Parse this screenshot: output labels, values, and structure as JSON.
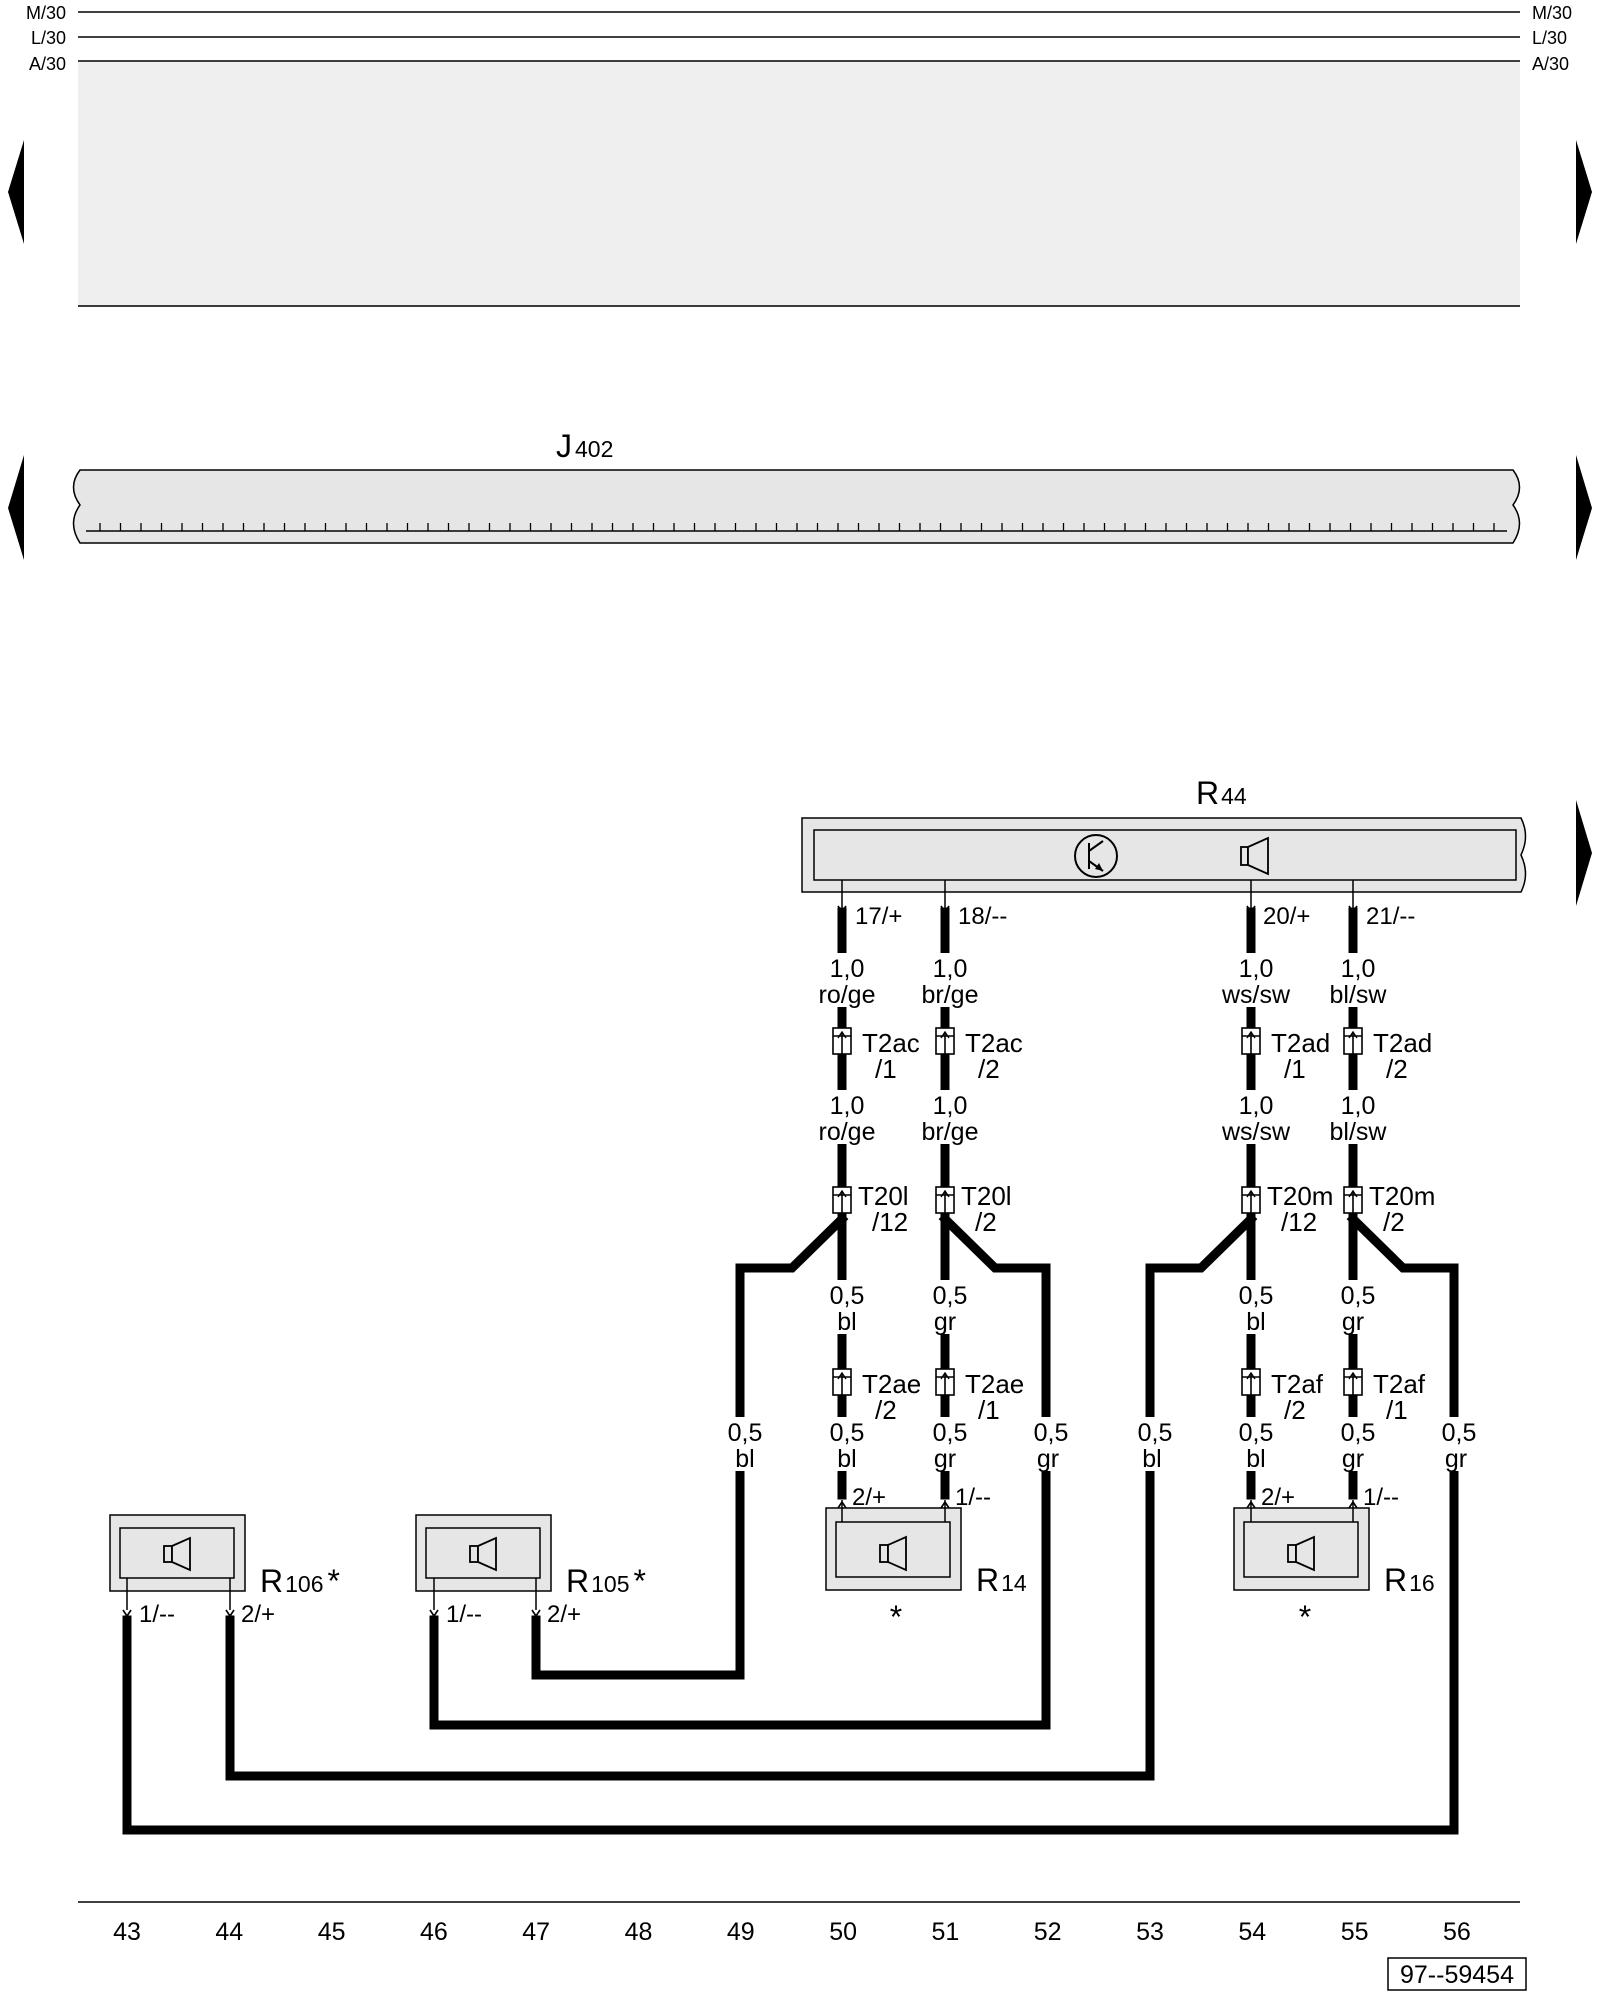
{
  "rails": {
    "m30": "M/30",
    "l30": "L/30",
    "a30": "A/30"
  },
  "components": {
    "j402": {
      "main": "J",
      "sub": "402"
    },
    "r44": {
      "main": "R",
      "sub": "44"
    },
    "r106": {
      "main": "R",
      "sub": "106",
      "mark": "*"
    },
    "r105": {
      "main": "R",
      "sub": "105",
      "mark": "*"
    },
    "r14": {
      "main": "R",
      "sub": "14",
      "mark": "*"
    },
    "r16": {
      "main": "R",
      "sub": "16",
      "mark": "*"
    }
  },
  "r44_pins": [
    "17/+",
    "18/--",
    "20/+",
    "21/--"
  ],
  "wire_labels": {
    "a1": [
      "1,0",
      "ro/ge"
    ],
    "b1": [
      "1,0",
      "br/ge"
    ],
    "c1": [
      "1,0",
      "ws/sw"
    ],
    "d1": [
      "1,0",
      "bl/sw"
    ],
    "a2": [
      "1,0",
      "ro/ge"
    ],
    "b2": [
      "1,0",
      "br/ge"
    ],
    "c2": [
      "1,0",
      "ws/sw"
    ],
    "d2": [
      "1,0",
      "bl/sw"
    ],
    "a3": [
      "0,5",
      "bl"
    ],
    "b3": [
      "0,5",
      "gr"
    ],
    "c3": [
      "0,5",
      "bl"
    ],
    "d3": [
      "0,5",
      "gr"
    ],
    "a4": [
      "0,5",
      "bl"
    ],
    "b4": [
      "0,5",
      "gr"
    ],
    "c4": [
      "0,5",
      "bl"
    ],
    "d4": [
      "0,5",
      "gr"
    ],
    "o49": [
      "0,5",
      "bl"
    ],
    "o52": [
      "0,5",
      "gr"
    ],
    "o53": [
      "0,5",
      "bl"
    ],
    "o56": [
      "0,5",
      "gr"
    ]
  },
  "connectors": {
    "t2ac1": [
      "T2ac",
      "/1"
    ],
    "t2ac2": [
      "T2ac",
      "/2"
    ],
    "t2ad1": [
      "T2ad",
      "/1"
    ],
    "t2ad2": [
      "T2ad",
      "/2"
    ],
    "t20l12": [
      "T20l",
      "/12"
    ],
    "t20l2": [
      "T20l",
      "/2"
    ],
    "t20m12": [
      "T20m",
      "/12"
    ],
    "t20m2": [
      "T20m",
      "/2"
    ],
    "t2ae2": [
      "T2ae",
      "/2"
    ],
    "t2ae1": [
      "T2ae",
      "/1"
    ],
    "t2af2": [
      "T2af",
      "/2"
    ],
    "t2af1": [
      "T2af",
      "/1"
    ]
  },
  "speaker_pins": {
    "r14_p2": "2/+",
    "r14_p1": "1/--",
    "r16_p2": "2/+",
    "r16_p1": "1/--",
    "r106_p1": "1/--",
    "r106_p2": "2/+",
    "r105_p1": "1/--",
    "r105_p2": "2/+"
  },
  "columns": [
    "43",
    "44",
    "45",
    "46",
    "47",
    "48",
    "49",
    "50",
    "51",
    "52",
    "53",
    "54",
    "55",
    "56"
  ],
  "diagram_id": "97--59454",
  "colors": {
    "panel": "#efefef",
    "component": "#e6e6e6",
    "ink": "#000000"
  }
}
